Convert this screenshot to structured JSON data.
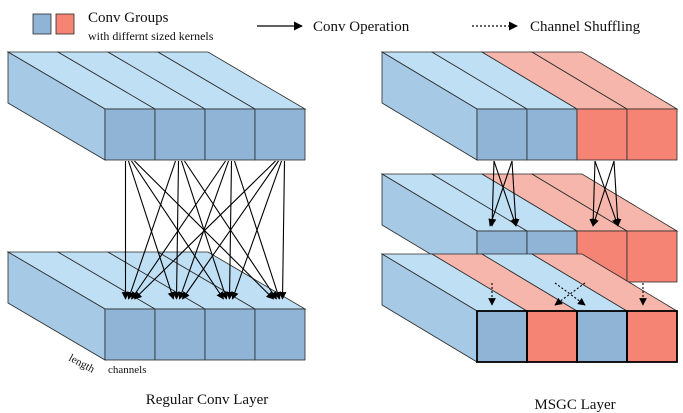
{
  "legend": {
    "groups_label": "Conv Groups",
    "groups_sublabel": "with differnt sized kernels",
    "conv_label": "Conv Operation",
    "shuffle_label": "Channel Shuffling"
  },
  "left_panel": {
    "caption": "Regular Conv Layer",
    "length_label": "length",
    "channels_label": "channels"
  },
  "right_panel": {
    "caption": "MSGC Layer"
  },
  "colors": {
    "blue_front": "#8fb4d6",
    "blue_top": "#bfdff5",
    "blue_side": "#a6c9e6",
    "red_front": "#f58474",
    "red_top": "#f7b6ab",
    "red_side": "#f69a8c",
    "edge": "#2a2a2a"
  }
}
